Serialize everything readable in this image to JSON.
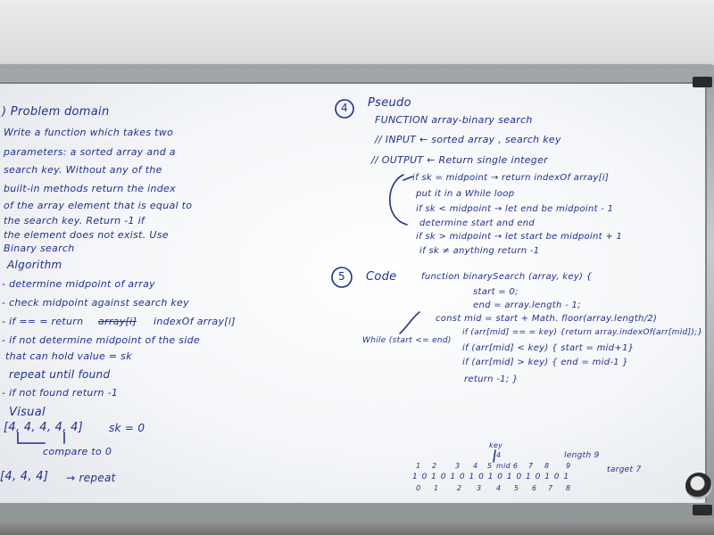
{
  "left": {
    "heading": ") Problem domain",
    "lines": [
      "Write a function which takes two",
      "parameters: a sorted array and a",
      "search key. Without any of the",
      "built-in methods return the index",
      "of the array element that is equal to",
      "the search key. Return -1 if",
      "the element does not exist. Use",
      "Binary search"
    ],
    "algorithm_title": "Algorithm",
    "algorithm": [
      "- determine midpoint of array",
      "- check midpoint against search key",
      "- if == = return",
      "- if not determine midpoint of the side",
      "that can hold value = sk",
      "repeat until found",
      "- if not found return -1"
    ],
    "algo_struck": "array[i]",
    "algo_return_rest": "indexOf array[i]",
    "visual_title": "Visual",
    "visual_array": "[4, 4, 4, 4, 4]",
    "sk": "sk = 0",
    "compare": "compare to 0",
    "repeat_array": "[4, 4, 4]",
    "repeat_label": "→ repeat"
  },
  "pseudo": {
    "number": "4",
    "title": "Pseudo",
    "function": "FUNCTION array-binary search",
    "input": "// INPUT ← sorted array , search key",
    "output": "// OUTPUT ← Return single integer",
    "lines": [
      "if sk = midpoint → return indexOf array[i]",
      "put it in a While loop",
      "if sk < midpoint → let end be midpoint - 1",
      "determine start and end",
      "if sk > midpoint → let start be midpoint + 1",
      "if sk ≠ anything return -1"
    ]
  },
  "code": {
    "number": "5",
    "label": "Code",
    "lines": [
      "function binarySearch (array, key) {",
      "start = 0;",
      "end = array.length - 1;",
      "const mid = start + Math. floor(array.length/2)",
      "if (arr[mid] == = key) {return array.indexOf(arr[mid]);}",
      "if (arr[mid] < key) { start = mid+1}",
      "if (arr[mid] > key) { end = mid-1 }",
      "return -1; }"
    ],
    "while_label": "While (start <= end)"
  },
  "bottom": {
    "key_label": "key",
    "key_value": "4",
    "length_label": "length 9",
    "target": "target 7",
    "top_numbers": [
      "1",
      "2",
      "3",
      "4",
      "5",
      "mid 6",
      "7",
      "8",
      "9"
    ],
    "bits": "1 0 1 0 1 0 1 0 1 0 1 0 1 0 1 0 1",
    "index_numbers": [
      "0",
      "1",
      "2",
      "3",
      "4",
      "5",
      "6",
      "7",
      "8"
    ]
  },
  "colors": {
    "ink": "#21308c",
    "board": "#f4f6f9",
    "frame": "#9ea3a6"
  }
}
